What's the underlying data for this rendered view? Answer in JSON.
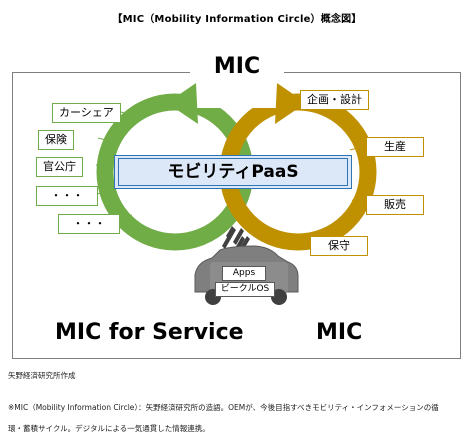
{
  "title": "【MIC（Mobility Information Circle）概念図】",
  "mic_top_label": "MIC",
  "left_boxes": [
    "カーシェア",
    "保険",
    "官公庁",
    "・・・",
    "・・・"
  ],
  "right_boxes": [
    "企画・設計",
    "生産",
    "販売",
    "保守"
  ],
  "center_label": "モビリティPaaS",
  "car_labels": [
    "Apps",
    "ビークルOS"
  ],
  "bottom_left_label": "MIC for Service",
  "bottom_right_label": "MIC",
  "notes": [
    "矢野経済研究所作成",
    "※MIC（Mobility Information Circle）：矢野経済研究所の造語。OEMが、今後目指すべきモビリティ・インフォメーションの循",
    "環・蓄積サイクル。デジタルによる一気通貫した情報連携。"
  ],
  "colors": {
    "green": "#70ad47",
    "gold": "#bf9000",
    "paas_fill": "#dce8f7",
    "paas_border": "#2e75b6",
    "car": "#7f7f7f"
  }
}
